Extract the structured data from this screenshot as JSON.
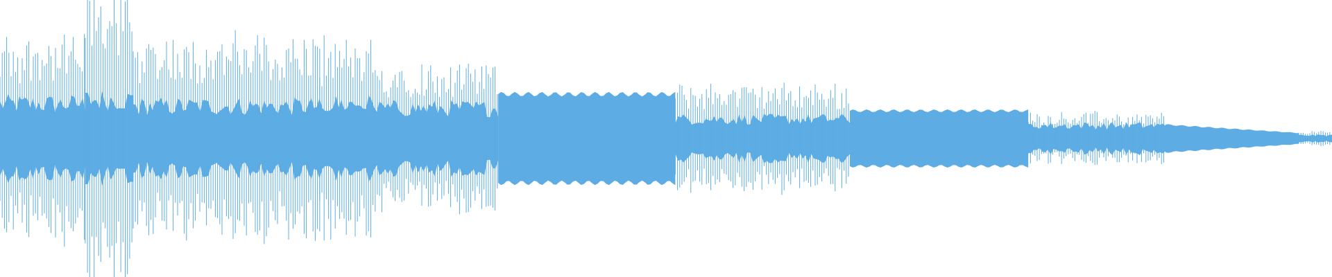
{
  "waveform": {
    "color": "#5dace4",
    "background": "#ffffff",
    "segments": [
      {
        "start": 0.0,
        "end": 0.064,
        "peak": 0.4,
        "body": 0.16,
        "style": "spiky"
      },
      {
        "start": 0.064,
        "end": 0.1,
        "peak": 0.58,
        "body": 0.18,
        "style": "spiky"
      },
      {
        "start": 0.1,
        "end": 0.24,
        "peak": 0.4,
        "body": 0.15,
        "style": "spiky"
      },
      {
        "start": 0.24,
        "end": 0.285,
        "peak": 0.38,
        "body": 0.16,
        "style": "spiky"
      },
      {
        "start": 0.285,
        "end": 0.374,
        "peak": 0.3,
        "body": 0.14,
        "style": "spiky"
      },
      {
        "start": 0.374,
        "end": 0.507,
        "peak": 0.16,
        "body": 0.16,
        "style": "dense"
      },
      {
        "start": 0.507,
        "end": 0.638,
        "peak": 0.21,
        "body": 0.09,
        "style": "spiky"
      },
      {
        "start": 0.638,
        "end": 0.772,
        "peak": 0.1,
        "body": 0.1,
        "style": "dense"
      },
      {
        "start": 0.772,
        "end": 0.875,
        "peak": 0.1,
        "body": 0.06,
        "style": "spiky"
      },
      {
        "start": 0.875,
        "end": 0.975,
        "peak": 0.05,
        "body": 0.05,
        "style": "dense",
        "taper": 0.02
      },
      {
        "start": 0.975,
        "end": 1.0,
        "peak": 0.03,
        "body": 0.015,
        "style": "spiky"
      }
    ]
  }
}
